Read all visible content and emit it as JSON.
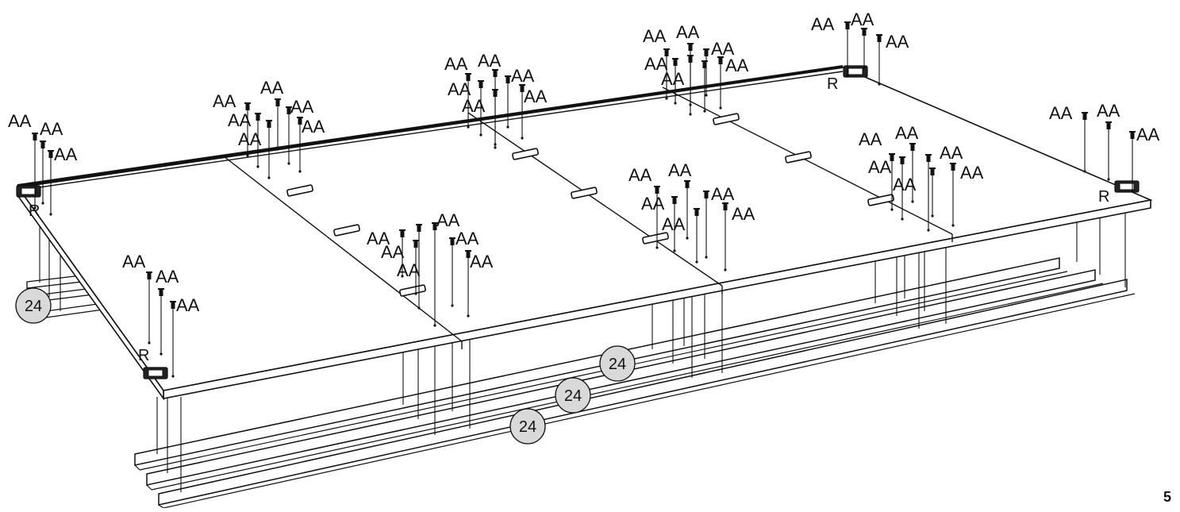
{
  "diagram": {
    "screw_label": "AA",
    "bracket_label": "R",
    "part_number": "24",
    "page_number": "5",
    "colors": {
      "line": "#111111",
      "badge_fill": "#d9d9d9",
      "panel_fill": "#ffffff"
    }
  }
}
